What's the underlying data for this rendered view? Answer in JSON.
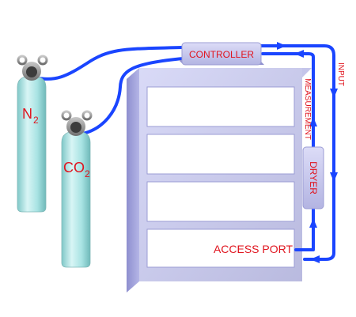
{
  "cylinders": {
    "n2": {
      "label_main": "N",
      "label_sub": "2",
      "color": "#a8e3e3"
    },
    "co2": {
      "label_main": "CO",
      "label_sub": "2",
      "color": "#a8e3e3"
    }
  },
  "controller": {
    "label": "CONTROLLER"
  },
  "dryer": {
    "label": "DRYER"
  },
  "lines": {
    "input_label": "INPUT",
    "measurement_label": "MEASUREMENT",
    "pipe_color": "#1a45ff"
  },
  "cabinet": {
    "access_port_label": "ACCESS PORT",
    "body_color": "#c7c8ee",
    "shelf_count": 4
  },
  "colors": {
    "label_red": "#e0141e",
    "cylinder_teal": "#a8e3e3",
    "valve_gray": "#8c8c8c"
  }
}
